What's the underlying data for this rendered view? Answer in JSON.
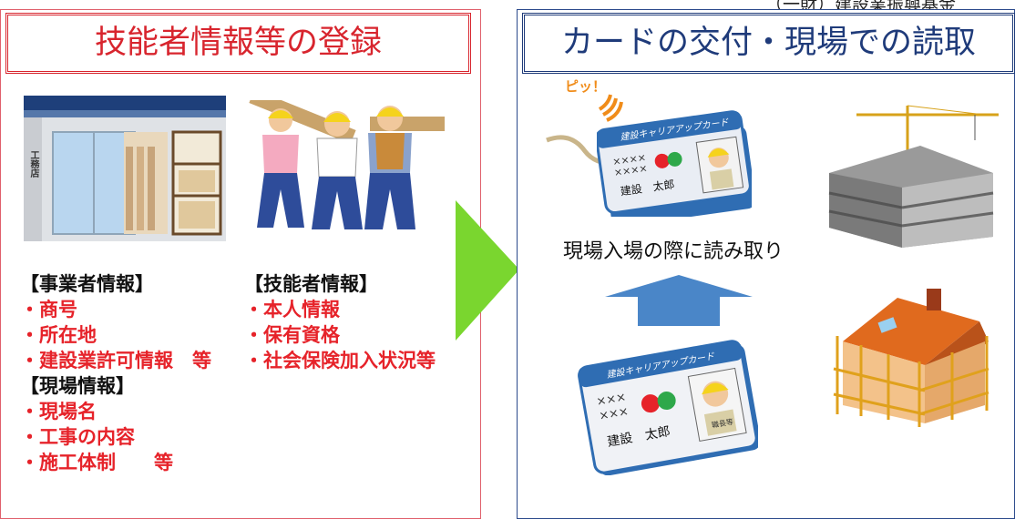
{
  "top_note": "（一財）建設業振興基金",
  "left": {
    "title": "技能者情報等の登録",
    "business_header": "【事業者情報】",
    "business_items": [
      "・商号",
      "・所在地",
      "・建設業許可情報　等"
    ],
    "worker_header": "【技能者情報】",
    "worker_items": [
      "・本人情報",
      "・保有資格",
      "・社会保険加入状況等"
    ],
    "site_header": "【現場情報】",
    "site_items": [
      "・現場名",
      "・工事の内容",
      "・施工体制　　等"
    ],
    "shop_sign": "工務店"
  },
  "right": {
    "title": "カードの交付・現場での読取",
    "beep": "ピッ！",
    "reading_caption": "現場入場の際に読み取り",
    "card_title": "建設キャリアアップカード",
    "card_x_row": "××××",
    "card_x_row_small": "×××",
    "card_name": "建設　太郎",
    "card_badge": "職長等"
  },
  "colors": {
    "red": "#e6232a",
    "navy": "#1f3b7a",
    "green_arrow": "#7ad62f",
    "blue_arrow": "#4a86c8",
    "card_blue": "#2f6db3"
  }
}
